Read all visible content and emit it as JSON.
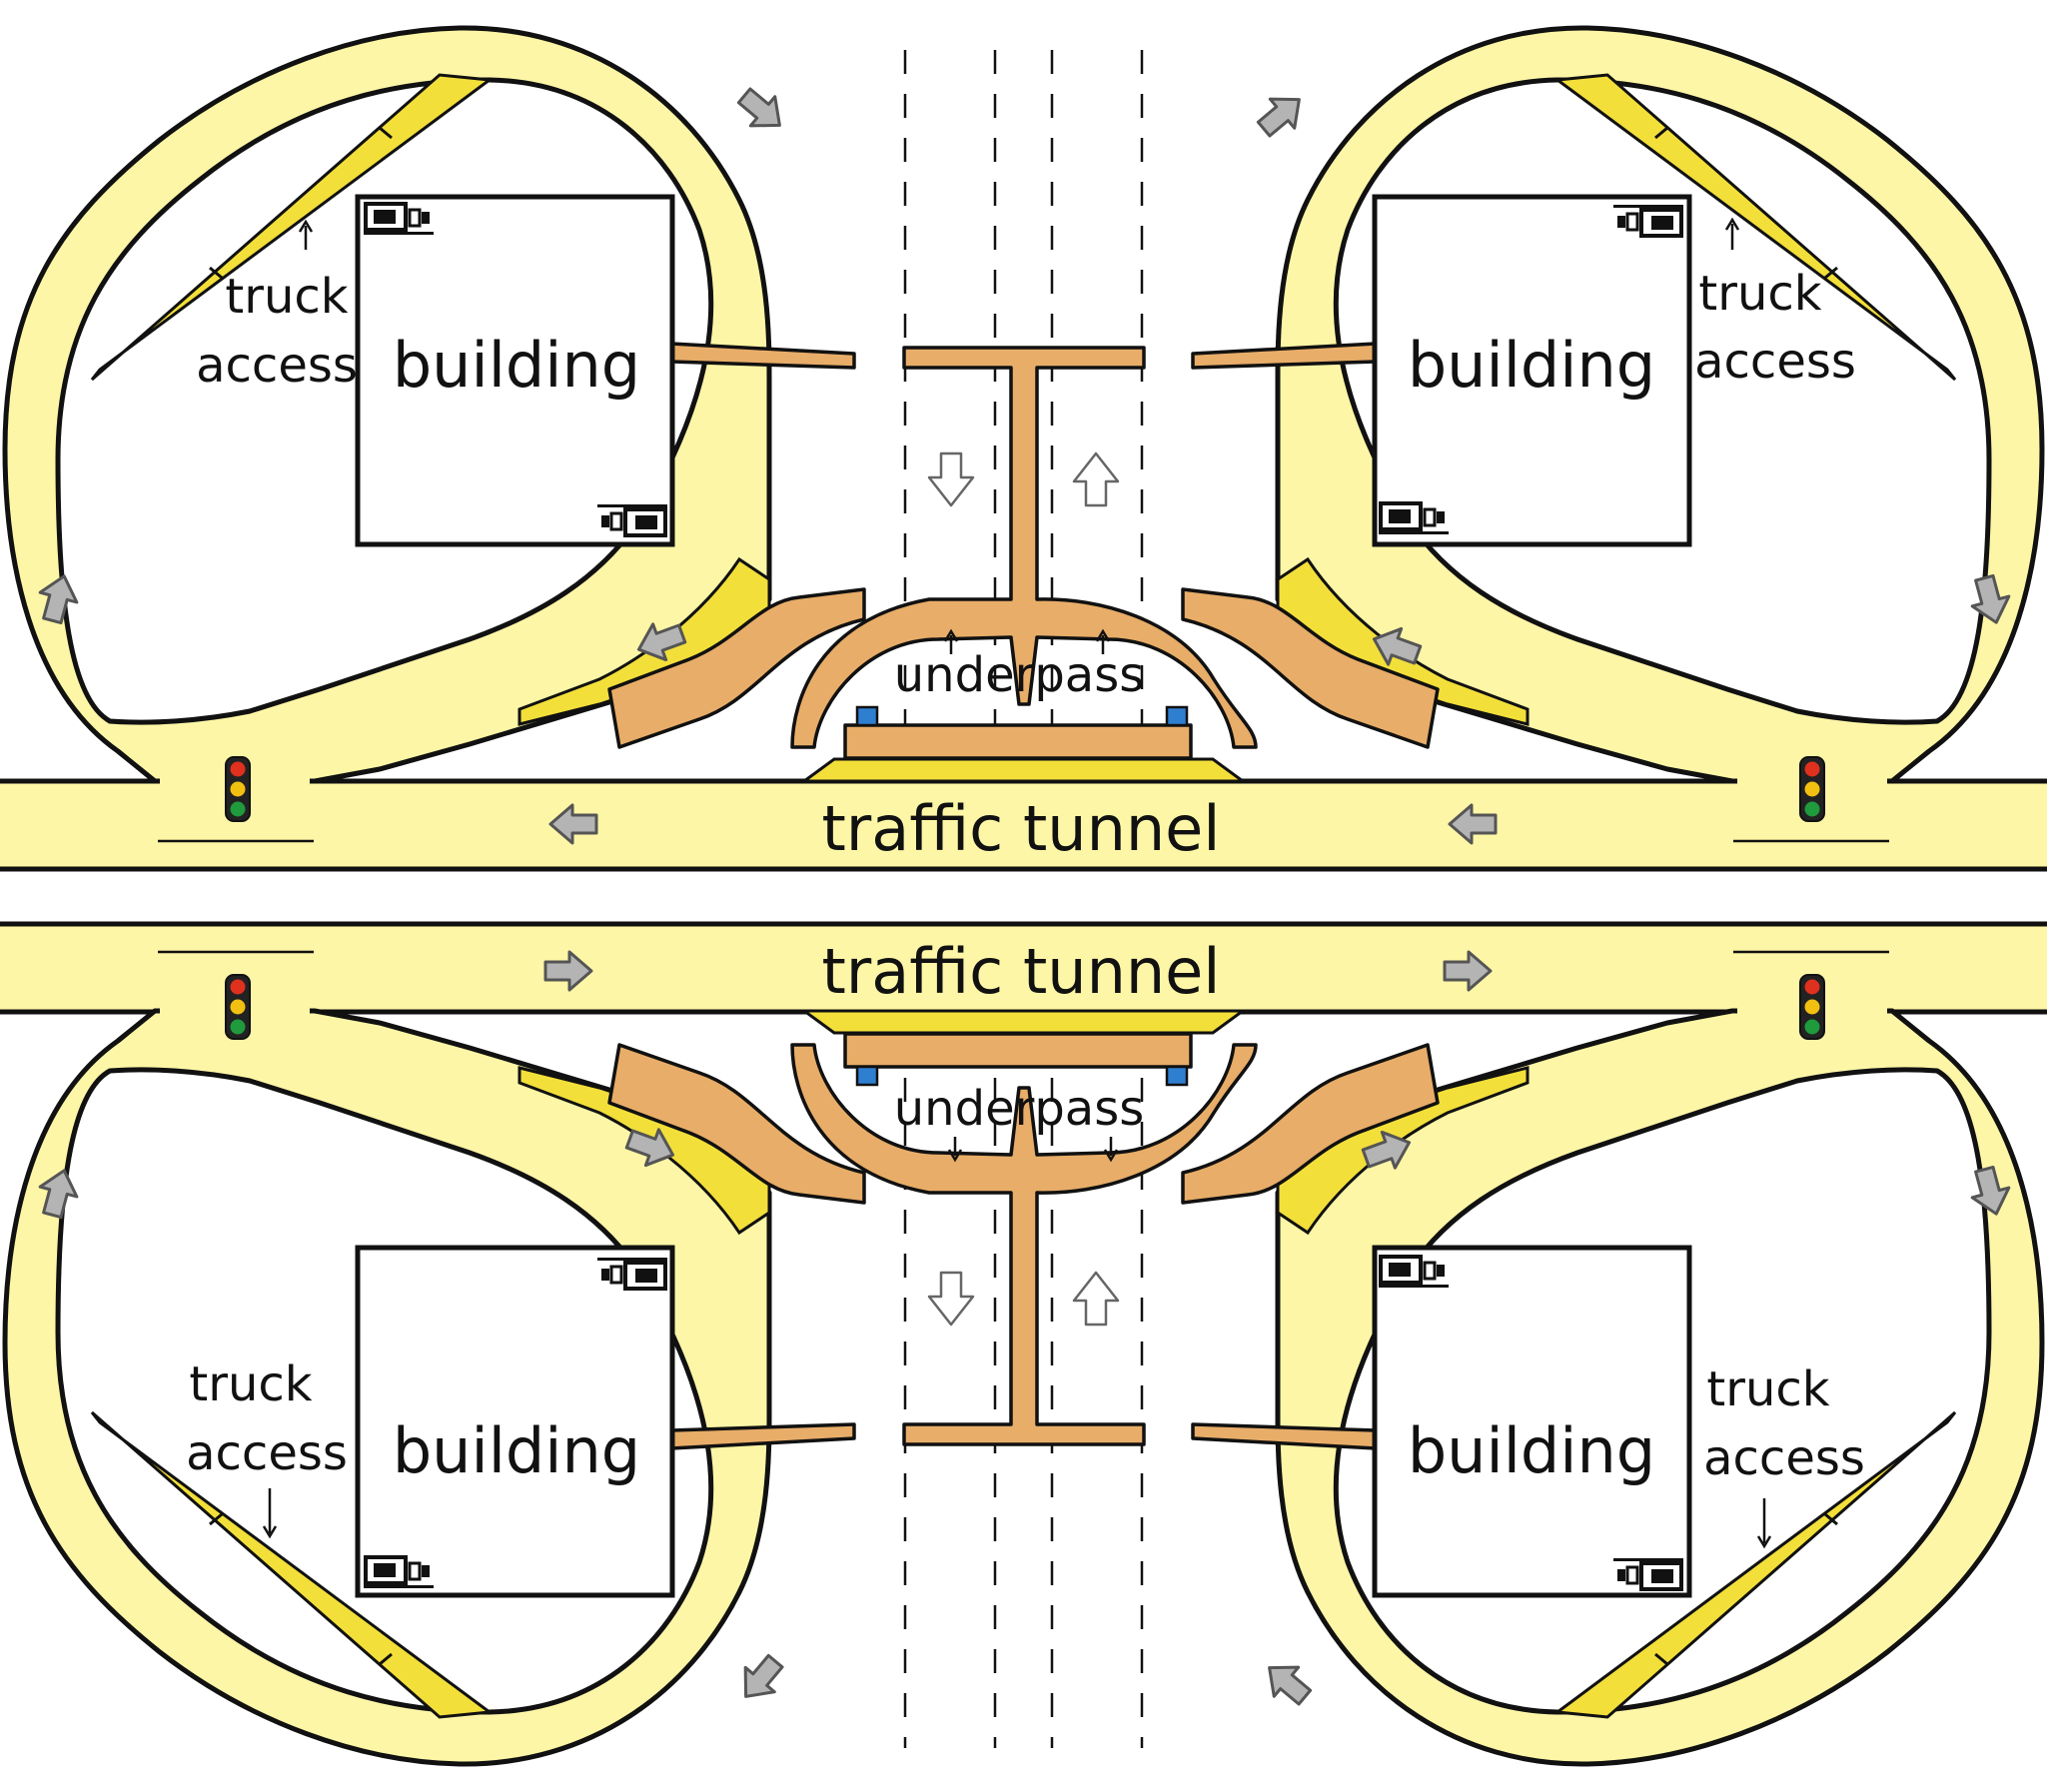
{
  "diagram": {
    "labels": {
      "building_tl": "building",
      "building_tr": "building",
      "building_bl": "building",
      "building_br": "building",
      "truck_tl": "truck",
      "access_tl": "access",
      "truck_tr": "truck",
      "access_tr": "access",
      "truck_bl": "truck",
      "access_bl": "access",
      "truck_br": "truck",
      "access_br": "access",
      "tunnel_top": "traffic tunnel",
      "tunnel_bottom": "traffic tunnel",
      "underpass_top": "underpass",
      "underpass_bottom": "underpass"
    },
    "colors": {
      "road": "#fdf6a6",
      "truck_lane": "#f3df3a",
      "walkway": "#e8ad68",
      "traffic_light_red": "#e0301e",
      "traffic_light_yellow": "#f2c011",
      "traffic_light_green": "#1f9a3c",
      "direction_arrow": "#b4b4b4"
    },
    "icons": [
      "traffic-light-icon",
      "direction-arrow-icon",
      "pedestrian-arrow-icon",
      "loading-dock-icon"
    ]
  }
}
